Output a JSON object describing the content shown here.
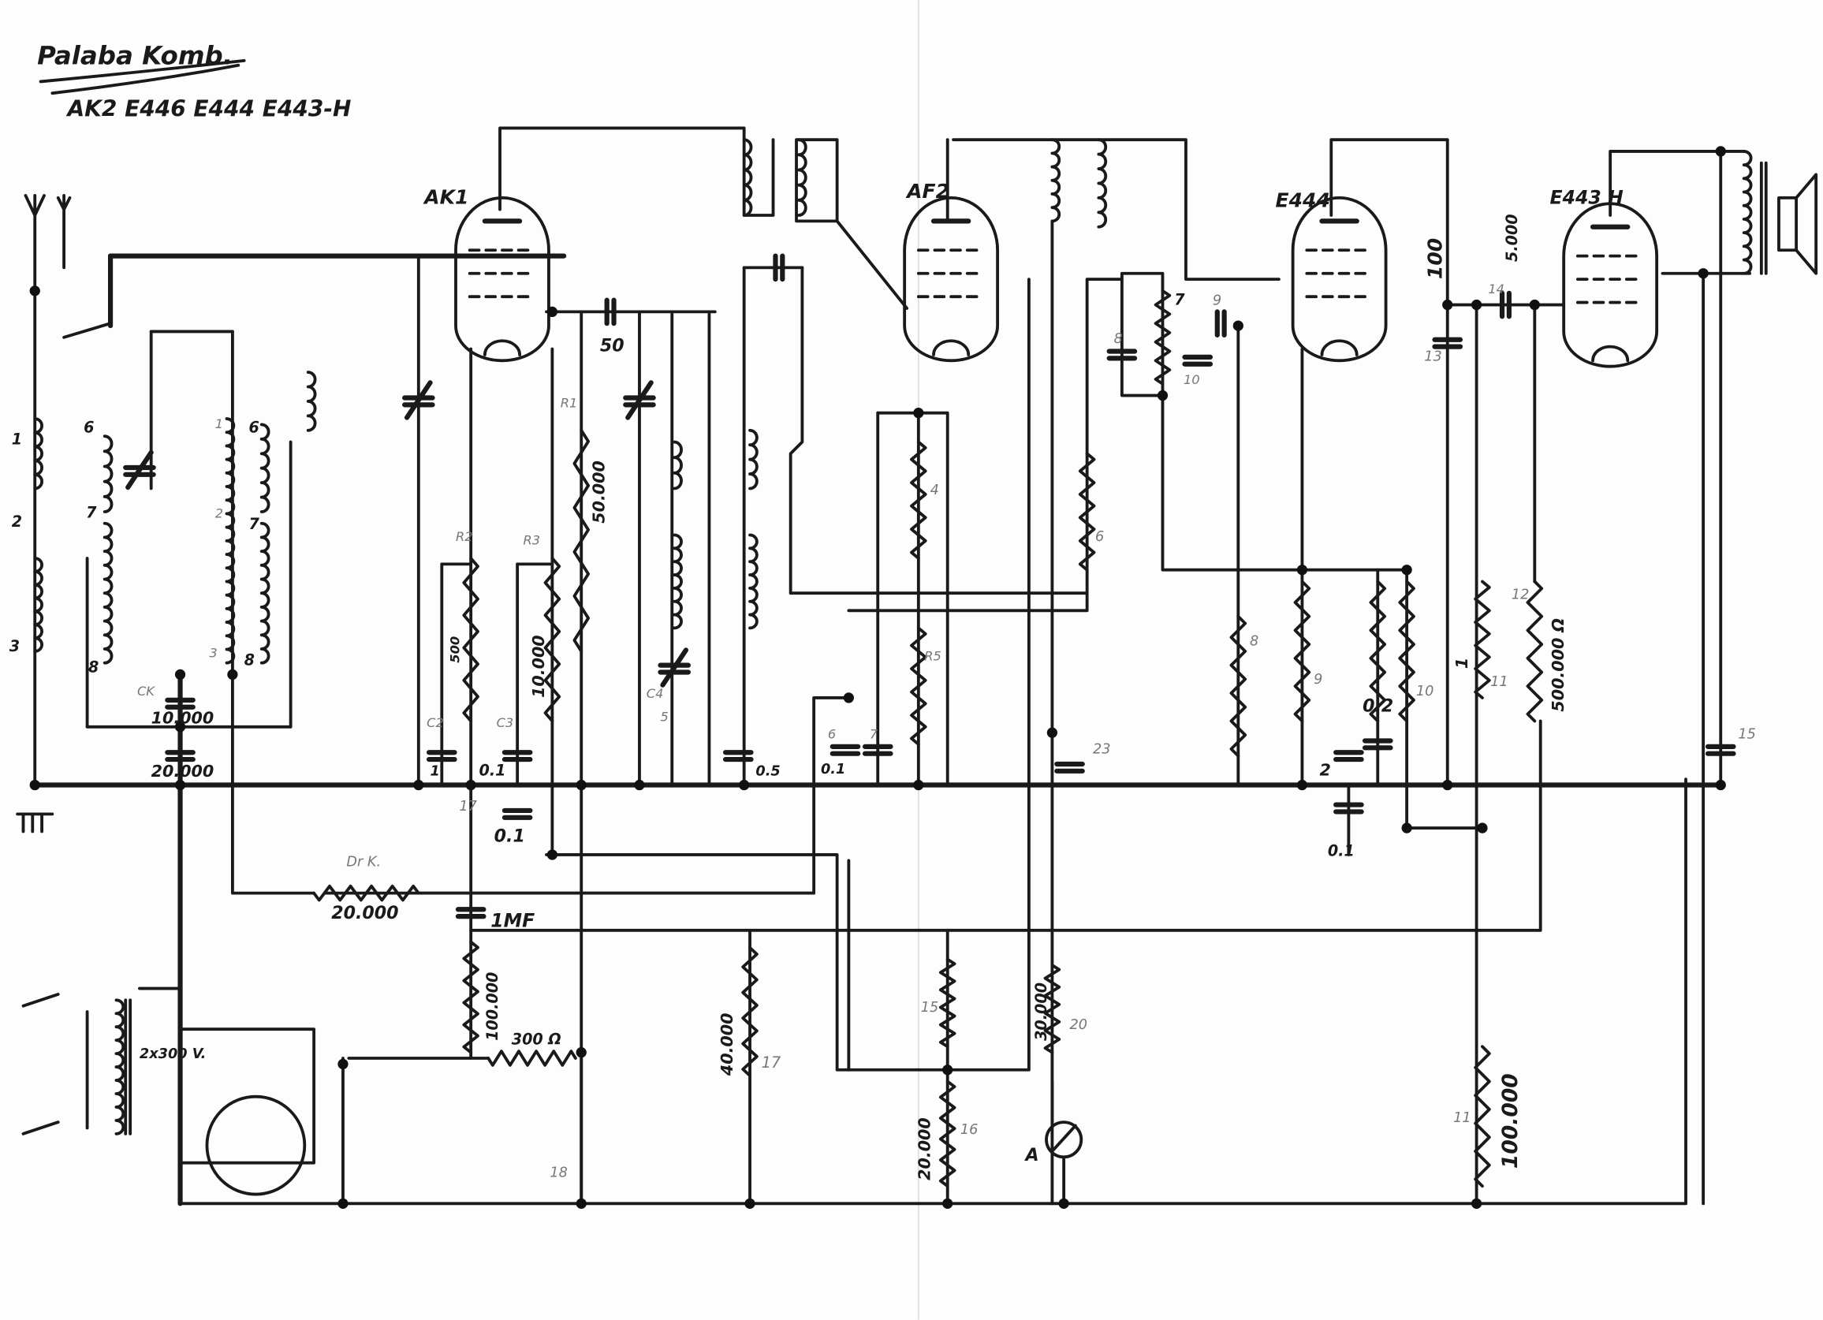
{
  "title": "Palaba Komb.",
  "tubes_line": "AK2 E446 E444 E443-H",
  "tubes": {
    "t1": "AK1",
    "t2": "AF2",
    "t3": "E444",
    "t4": "E443 H"
  },
  "values": {
    "c1": "50",
    "r1": "50.000",
    "r3": "10.000",
    "r2": "500",
    "ck1": "10.000",
    "ck2": "20.000",
    "dr": "20.000",
    "dr_label": "Dr K.",
    "c_1mf": "1MF",
    "r_100k": "100.000",
    "r_300": "300 Ω",
    "trafo": "2x300 V.",
    "r17": "40.000",
    "r16": "20.000",
    "r20": "30.000",
    "r11b": "100.000",
    "r12": "500.000 Ω",
    "c14": "5.000",
    "c13": "100",
    "c_01a": "0.1",
    "c_01b": "0.1",
    "c_02": "0.2",
    "c_2": "2",
    "c_01c": "0.1",
    "c_1": "1",
    "c_04": "0.1",
    "c_05": "0.5",
    "r11": "1",
    "meter": "A"
  },
  "refs": {
    "n1": "1",
    "n2": "2",
    "n3": "3",
    "n6": "6",
    "n7": "7",
    "n8": "8",
    "n6b": "6",
    "n7b": "7",
    "n8b": "8",
    "n1b": "1",
    "n2b": "2",
    "n3b": "3",
    "ck": "CK",
    "c2": "C2",
    "c3": "C3",
    "c4": "C4",
    "c5": "5",
    "rr2": "R2",
    "rr3": "R3",
    "rr1": "R1",
    "r4": "4",
    "r5": "R5",
    "r6": "6",
    "p7": "7",
    "c8": "8",
    "c9": "9",
    "c10": "10",
    "rr8": "8",
    "rr9": "9",
    "rr10": "10",
    "rr11": "11",
    "rr12": "12",
    "c13n": "13",
    "c14n": "14",
    "c15n": "15",
    "c23": "23",
    "r17n": "17",
    "r15": "15",
    "r16n": "16",
    "r20n": "20",
    "r11n": "11",
    "c17": "17",
    "ch18": "18",
    "n6c": "6",
    "n7c": "7"
  }
}
